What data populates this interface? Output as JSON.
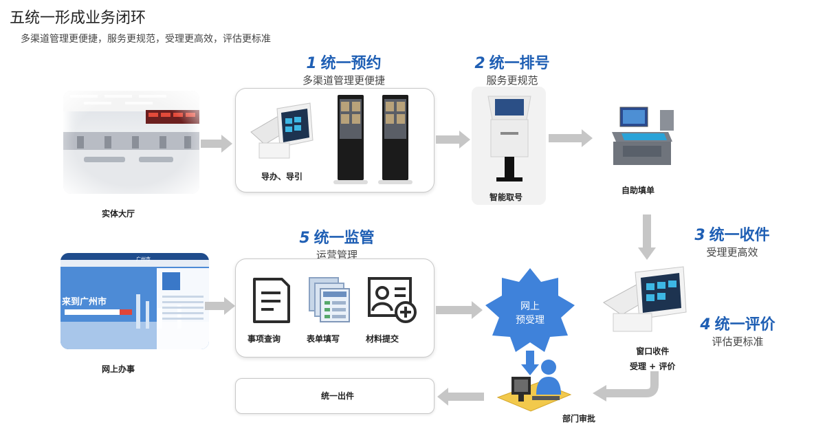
{
  "header": {
    "title": "五统一形成业务闭环",
    "subtitle": "多渠道管理更便捷，服务更规范，受理更高效，评估更标准"
  },
  "steps": [
    {
      "num": "1",
      "title": "统一预约",
      "sub": "多渠道管理更便捷"
    },
    {
      "num": "2",
      "title": "统一排号",
      "sub": "服务更规范"
    },
    {
      "num": "3",
      "title": "统一收件",
      "sub": "受理更高效"
    },
    {
      "num": "4",
      "title": "统一评价",
      "sub": "评估更标准"
    },
    {
      "num": "5",
      "title": "统一监管",
      "sub": "运营管理"
    }
  ],
  "labels": {
    "hall": "实体大厅",
    "guide": "导办、导引",
    "queue": "智能取号",
    "selffill": "自助填单",
    "online": "网上办事",
    "query": "事项查询",
    "form": "表单填写",
    "submit": "材料提交",
    "online_accept_1": "网上",
    "online_accept_2": "预受理",
    "window_1": "窗口收件",
    "window_2": "受理 + 评价",
    "dept": "部门审批",
    "issue": "统一出件"
  },
  "website": {
    "banner": "来到广州市",
    "city": "广州市"
  }
}
